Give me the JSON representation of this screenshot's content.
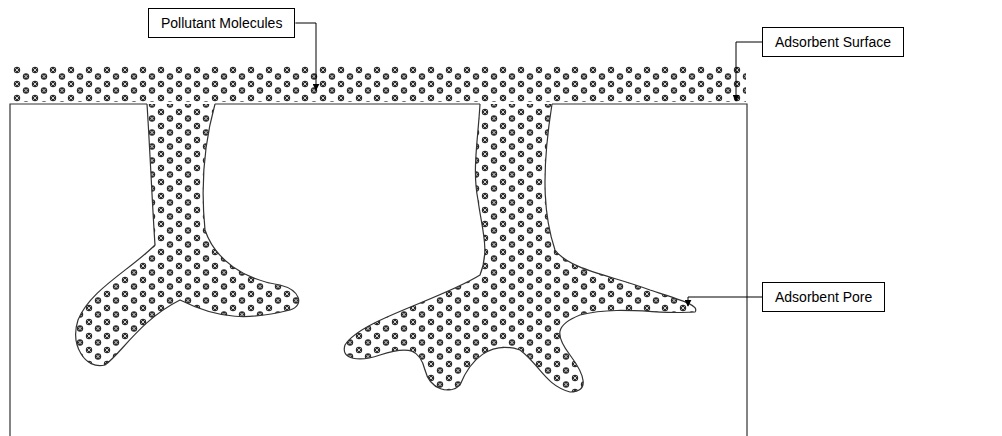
{
  "diagram": {
    "nodes": [
      {
        "text": [
          "Pollutant Molecules"
        ]
      },
      {
        "text": [
          "Adsorbent Surface"
        ]
      },
      {
        "text": [
          "Adsorbent Pore"
        ]
      }
    ]
  }
}
